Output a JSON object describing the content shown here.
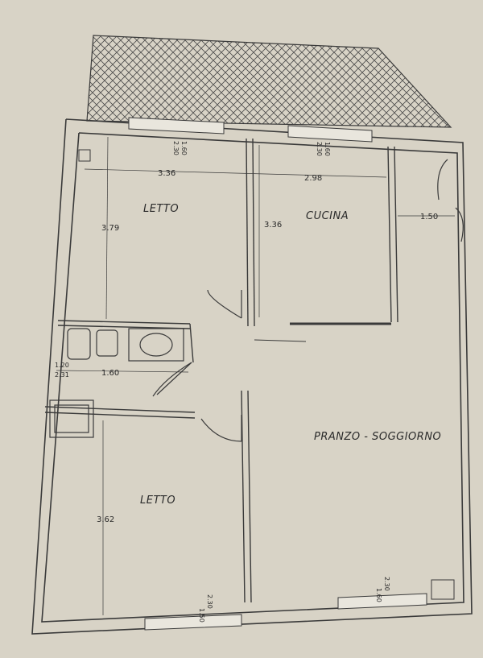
{
  "rooms": {
    "bedroom_top": "LETTO",
    "kitchen": "CUCINA",
    "bedroom_bottom": "LETTO",
    "living": "PRANZO - SOGGIORNO"
  },
  "dimensions": {
    "top_left_width": "3.36",
    "top_right_width": "2.98",
    "bedroom_top_height": "3.79",
    "kitchen_height": "3.36",
    "entry_width": "1.50",
    "bath_width": "1.60",
    "bath_window": "1.20",
    "bath_window_h": "2.31",
    "bedroom_bottom_height": "3.62"
  },
  "window_marks": {
    "top_left_a": "1.60",
    "top_left_b": "2.30",
    "top_right_a": "1.60",
    "top_right_b": "2.30",
    "bottom_left_a": "1.50",
    "bottom_left_b": "2.30",
    "bottom_right_a": "1.60",
    "bottom_right_b": "2.30"
  },
  "colors": {
    "paper": "#d8d3c6",
    "ink": "#2a2a2a",
    "wall": "#3a3a3a",
    "hatch": "#4a4a4a"
  }
}
